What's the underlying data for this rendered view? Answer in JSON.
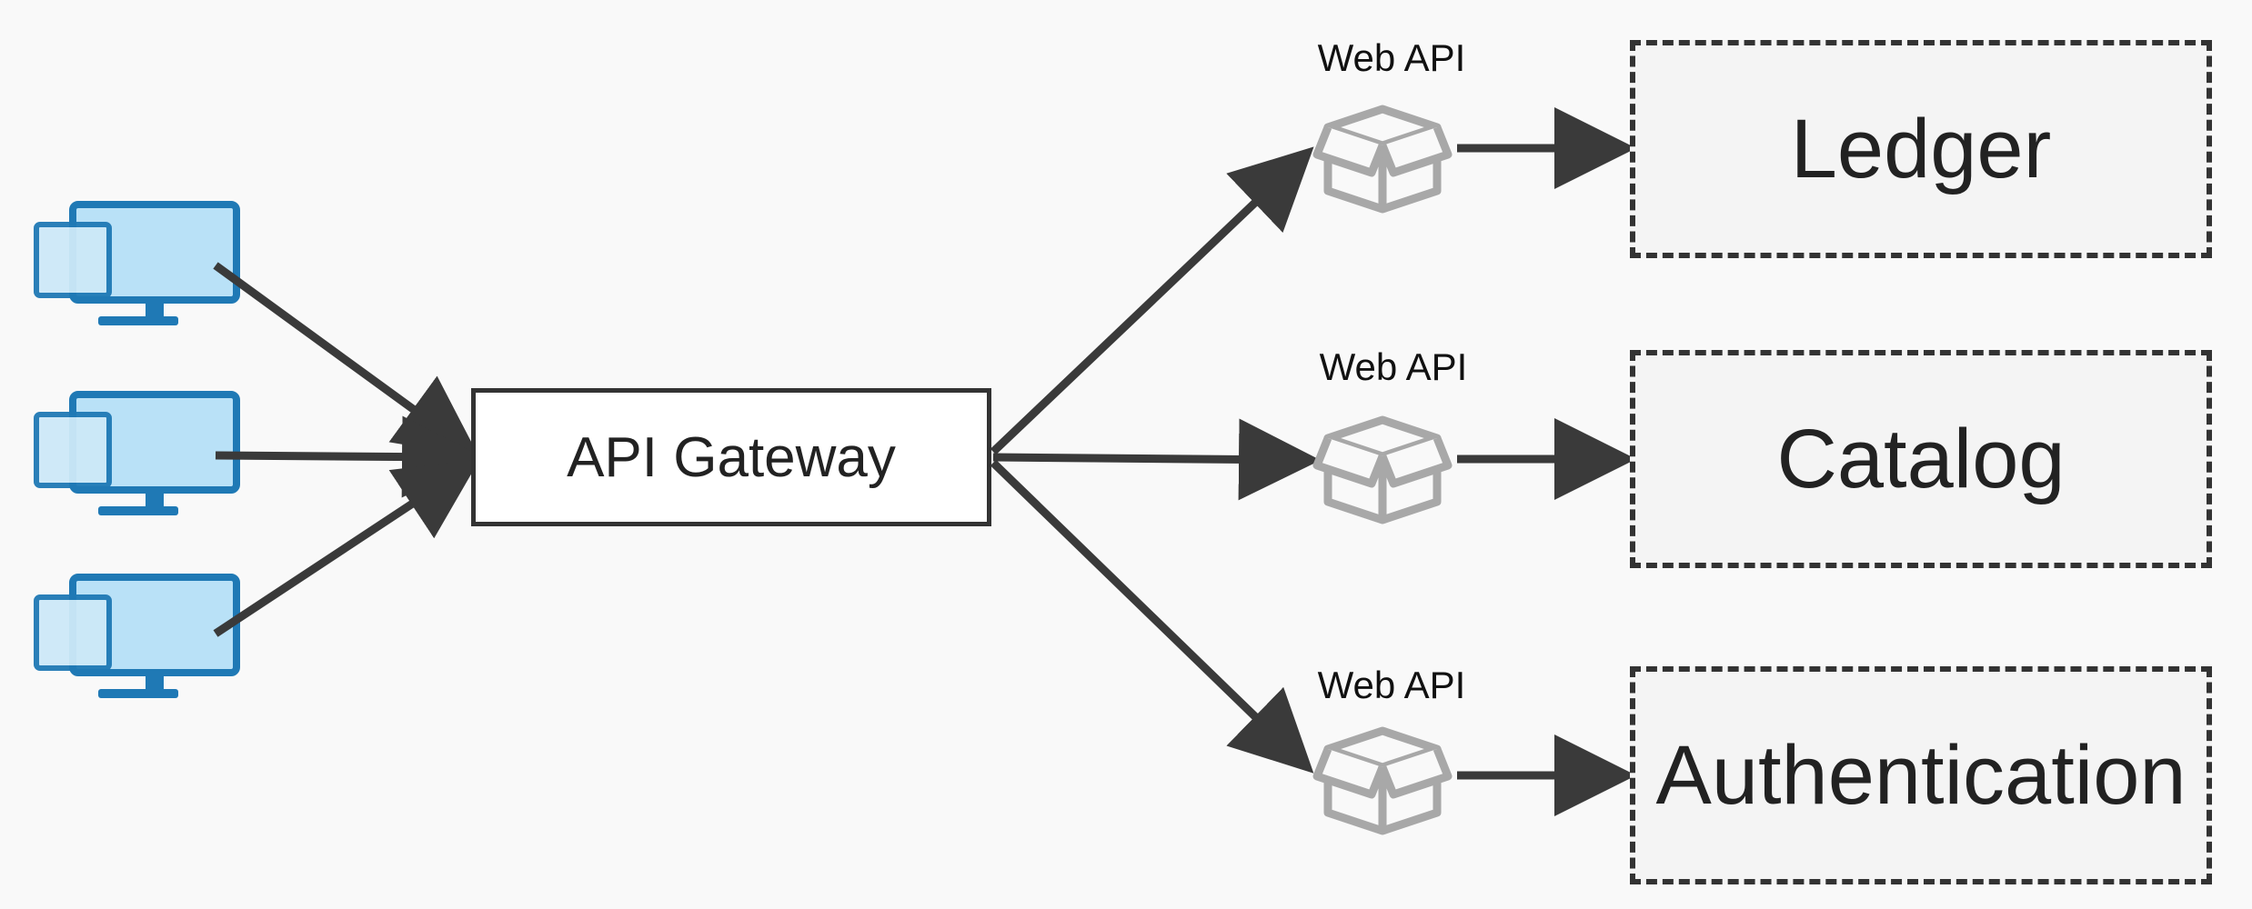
{
  "gateway": {
    "label": "API Gateway"
  },
  "web_apis": [
    {
      "label": "Web API",
      "icon": "box-icon"
    },
    {
      "label": "Web API",
      "icon": "box-icon"
    },
    {
      "label": "Web API",
      "icon": "box-icon"
    }
  ],
  "services": [
    {
      "label": "Ledger"
    },
    {
      "label": "Catalog"
    },
    {
      "label": "Authentication"
    }
  ],
  "clients": [
    {
      "icon": "monitor-icon"
    },
    {
      "icon": "monitor-icon"
    },
    {
      "icon": "monitor-icon"
    }
  ],
  "colors": {
    "arrow": "#3a3a3a",
    "monitor_fill": "#b9e1f7",
    "monitor_stroke": "#1f79b5",
    "box_icon": "#a8a8a8"
  }
}
